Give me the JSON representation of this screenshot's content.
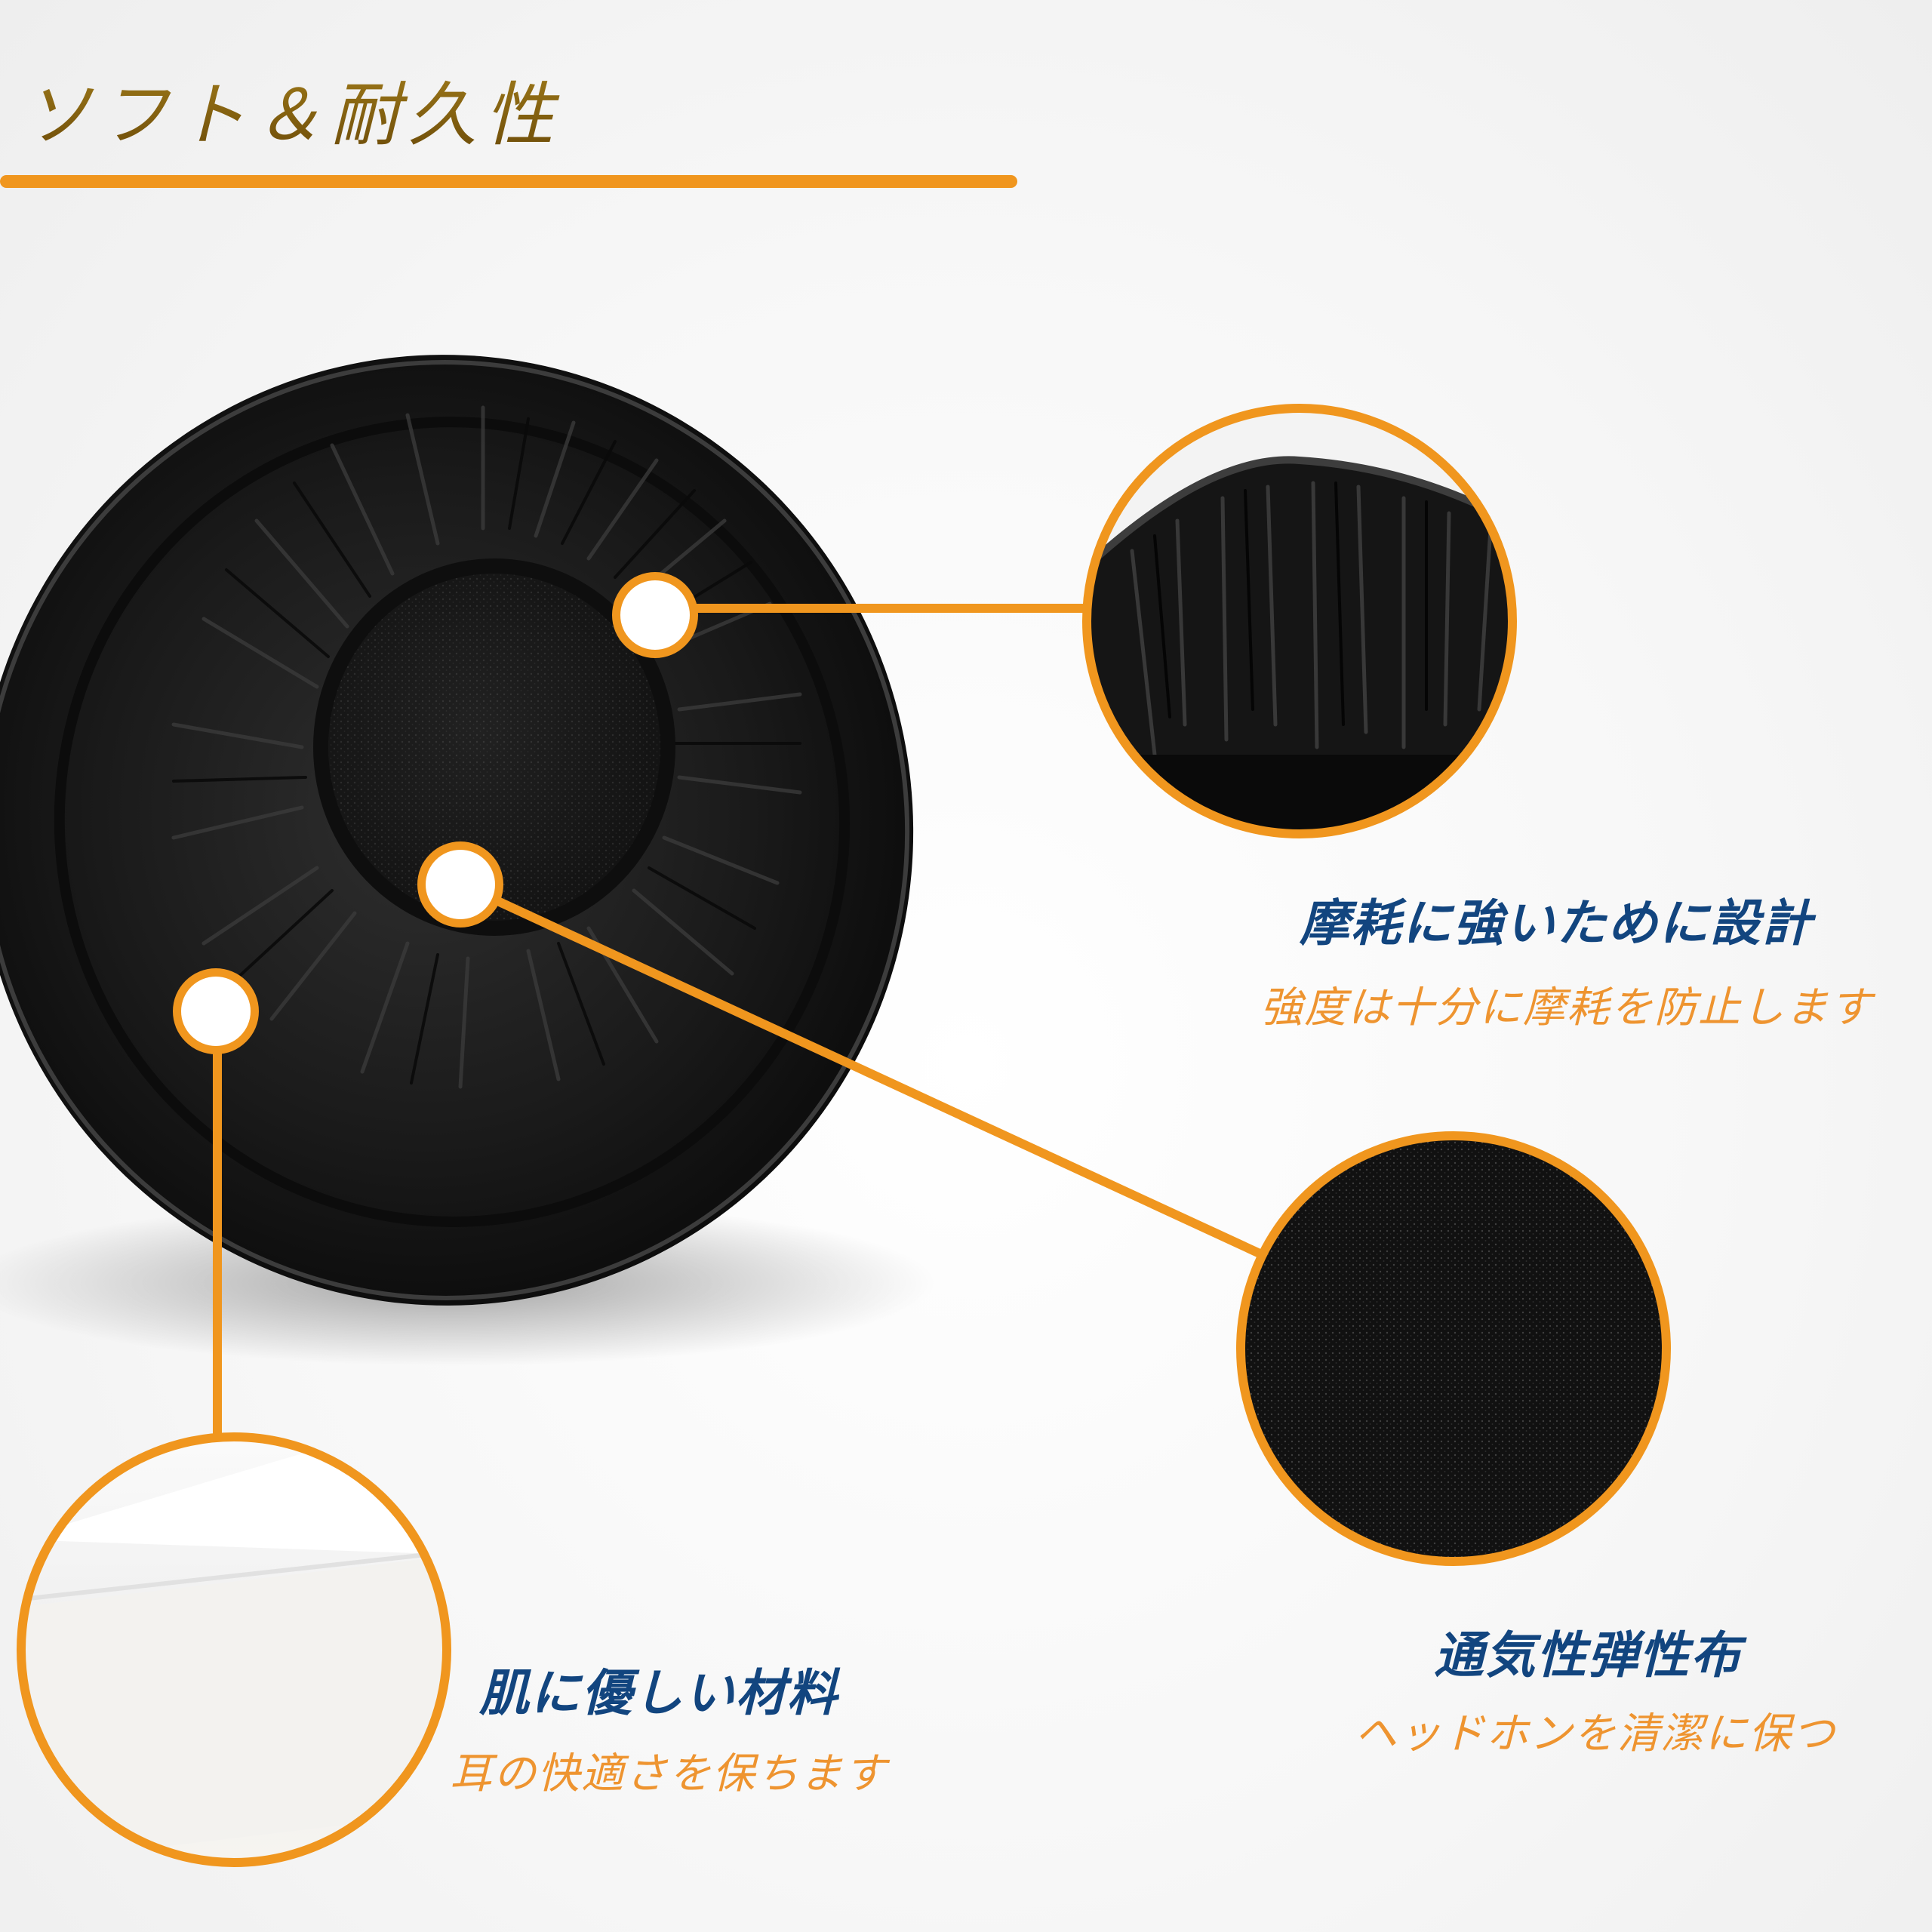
{
  "header": {
    "title": "ソフト＆耐久性"
  },
  "features": [
    {
      "title": "摩耗に強いために設計",
      "subtitle": "強度は十分に摩耗を防止します"
    },
    {
      "title": "通気性弾性布",
      "subtitle": "ヘッドホンを清潔に保つ"
    },
    {
      "title": "肌に優しい材料",
      "subtitle": "耳の快適さを保ちます"
    }
  ],
  "colors": {
    "accent": "#f0961e",
    "title_blue": "#12457f",
    "subtitle_orange": "#ee9430",
    "header_gold": "#7a5a10"
  },
  "icons": {
    "marker": "white-dot-marker",
    "zoom": "zoom-circle"
  }
}
